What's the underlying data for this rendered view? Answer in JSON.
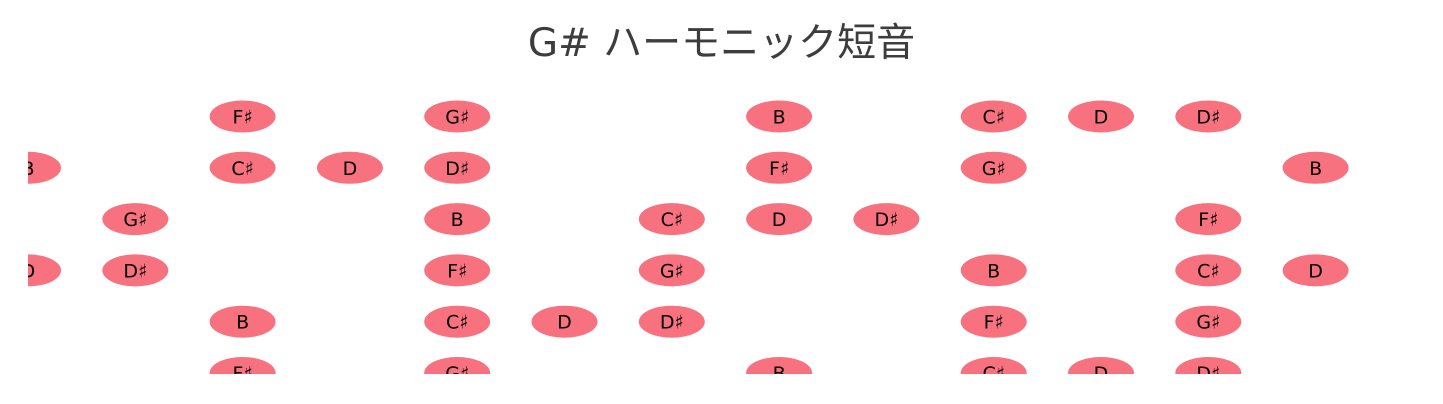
{
  "title": "G# ハーモニック短音",
  "diagram": {
    "marker_color": "#f7717e",
    "strings": [
      [
        "",
        "",
        "F♯",
        "",
        "G♯",
        "",
        "",
        "B",
        "",
        "C♯",
        "D",
        "D♯",
        "",
        ""
      ],
      [
        "B",
        "",
        "C♯",
        "D",
        "D♯",
        "",
        "",
        "F♯",
        "",
        "G♯",
        "",
        "",
        "B",
        ""
      ],
      [
        "",
        "G♯",
        "",
        "",
        "B",
        "",
        "C♯",
        "D",
        "D♯",
        "",
        "",
        "F♯",
        "",
        ""
      ],
      [
        "D",
        "D♯",
        "",
        "",
        "F♯",
        "",
        "G♯",
        "",
        "",
        "B",
        "",
        "C♯",
        "D",
        ""
      ],
      [
        "",
        "",
        "B",
        "",
        "C♯",
        "D",
        "D♯",
        "",
        "",
        "F♯",
        "",
        "G♯",
        "",
        ""
      ],
      [
        "",
        "",
        "F♯",
        "",
        "G♯",
        "",
        "",
        "B",
        "",
        "C♯",
        "D",
        "D♯",
        "",
        ""
      ]
    ]
  }
}
